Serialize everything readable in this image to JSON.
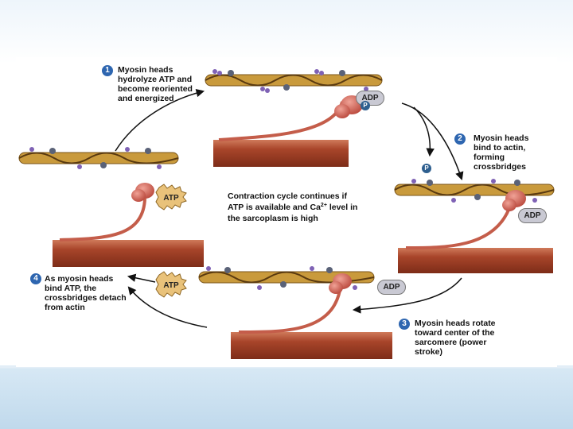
{
  "steps": [
    {
      "number": "1",
      "text": "Myosin heads\nhydrolyze ATP and\nbecome reoriented\nand energized"
    },
    {
      "number": "2",
      "text": "Myosin heads\nbind to actin,\nforming\ncrossbridges"
    },
    {
      "number": "3",
      "text": "Myosin heads rotate\ntoward center of the\nsarcomere (power\nstroke)"
    },
    {
      "number": "4",
      "text": "As myosin heads\nbind ATP, the\ncrossbridges detach\nfrom actin"
    }
  ],
  "center_caption": {
    "line1": "Contraction cycle continues if",
    "line2_pre": "ATP is available and Ca",
    "line2_sup": "2+",
    "line2_post": " level in",
    "line3": "the sarcoplasm is high"
  },
  "labels": {
    "adp": "ADP",
    "atp": "ATP",
    "p": "P"
  },
  "colors": {
    "badge": "#2e66b0",
    "filament": "#9c4a2a",
    "filament_light": "#cf7a5a",
    "actin": "#c99a3c",
    "myosin_head": "#d06a5c",
    "pill": "#c9c9d3",
    "atp_star": "#e9c27a",
    "page_band": "#c9dff0"
  }
}
